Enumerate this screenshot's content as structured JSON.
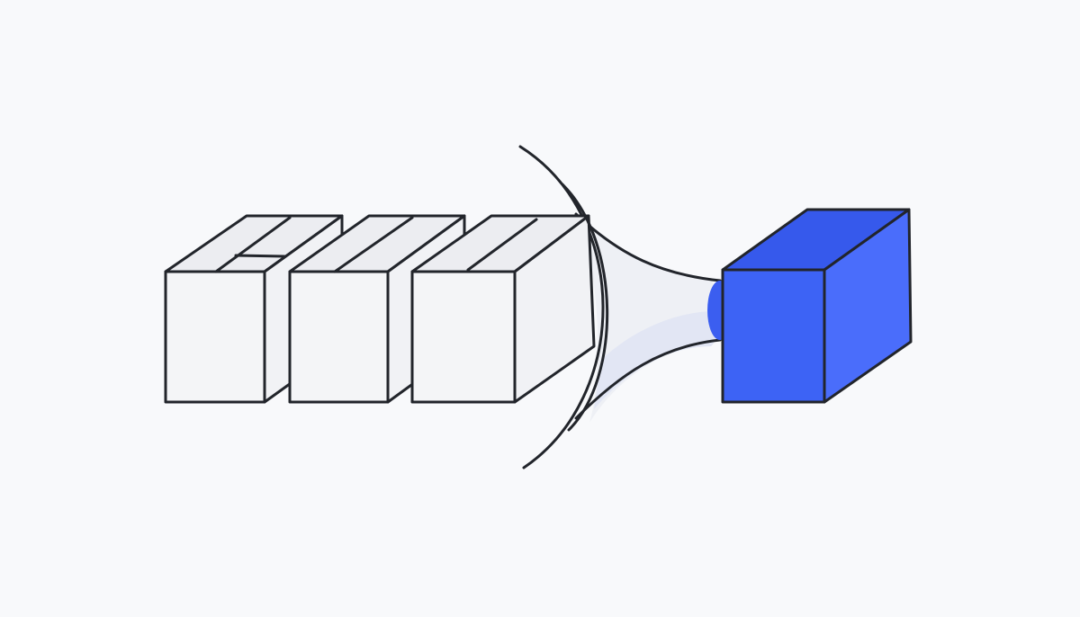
{
  "diagram": {
    "type": "illustration",
    "boxes": [
      {
        "name": "box-1",
        "role": "input",
        "has_tape_seam": true
      },
      {
        "name": "box-2",
        "role": "input",
        "has_tape_seam": false
      },
      {
        "name": "box-3",
        "role": "input",
        "has_tape_seam": false
      }
    ],
    "funnel": {
      "name": "funnel",
      "direction": "right"
    },
    "output": {
      "name": "output-cube",
      "role": "output"
    }
  },
  "colors": {
    "background": "#f8f9fb",
    "stroke": "#22252b",
    "box_front": "#f4f5f7",
    "box_top": "#ecedf1",
    "box_side": "#f1f2f5",
    "funnel_fill": "#eef0f5",
    "funnel_shadow": "#dfe4f4",
    "accent_front": "#3d63f5",
    "accent_side": "#4a6dfb",
    "accent_top": "#3659ec",
    "accent_glow": "#3b5ef0"
  }
}
